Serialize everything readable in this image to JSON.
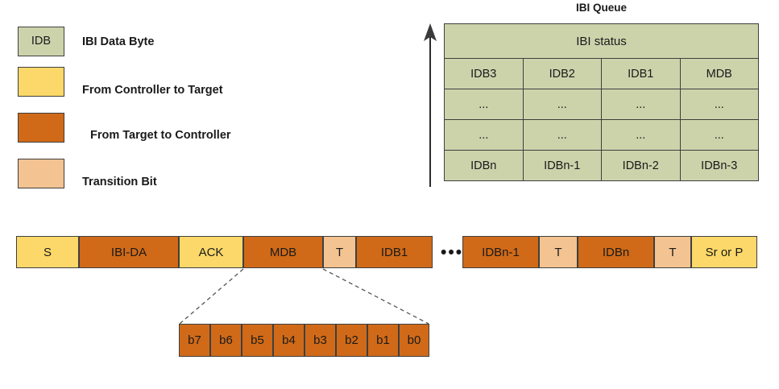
{
  "colors": {
    "idb_green": "#ccd3ab",
    "controller_to_target": "#fbd869",
    "target_to_controller": "#d06a18",
    "transition_bit": "#f3c392",
    "border": "#3f3f3f",
    "text": "#1a1a1a"
  },
  "legend": {
    "items": [
      {
        "swatch_text": "IDB",
        "label": "IBI Data Byte",
        "color_key": "idb_green"
      },
      {
        "swatch_text": "",
        "label": "From Controller to Target",
        "color_key": "controller_to_target"
      },
      {
        "swatch_text": "",
        "label": "From Target to Controller",
        "color_key": "target_to_controller"
      },
      {
        "swatch_text": "",
        "label": "Transition Bit",
        "color_key": "transition_bit"
      }
    ]
  },
  "queue": {
    "title": "IBI Queue",
    "status_header": "IBI status",
    "rows": [
      [
        "IDB3",
        "IDB2",
        "IDB1",
        "MDB"
      ],
      [
        "...",
        "...",
        "...",
        "..."
      ],
      [
        "...",
        "...",
        "...",
        "..."
      ],
      [
        "IDBn",
        "IDBn-1",
        "IDBn-2",
        "IDBn-3"
      ]
    ]
  },
  "frame": {
    "left_segments": [
      {
        "label": "S",
        "color_key": "controller_to_target"
      },
      {
        "label": "IBI-DA",
        "color_key": "target_to_controller"
      },
      {
        "label": "ACK",
        "color_key": "controller_to_target"
      },
      {
        "label": "MDB",
        "color_key": "target_to_controller"
      },
      {
        "label": "T",
        "color_key": "transition_bit"
      },
      {
        "label": "IDB1",
        "color_key": "target_to_controller"
      }
    ],
    "gap_ellipsis": "•••",
    "right_segments": [
      {
        "label": "IDBn-1",
        "color_key": "target_to_controller"
      },
      {
        "label": "T",
        "color_key": "transition_bit"
      },
      {
        "label": "IDBn",
        "color_key": "target_to_controller"
      },
      {
        "label": "T",
        "color_key": "transition_bit"
      },
      {
        "label": "Sr or P",
        "color_key": "controller_to_target"
      }
    ]
  },
  "mdb_bits": {
    "bits": [
      "b7",
      "b6",
      "b5",
      "b4",
      "b3",
      "b2",
      "b1",
      "b0"
    ]
  }
}
